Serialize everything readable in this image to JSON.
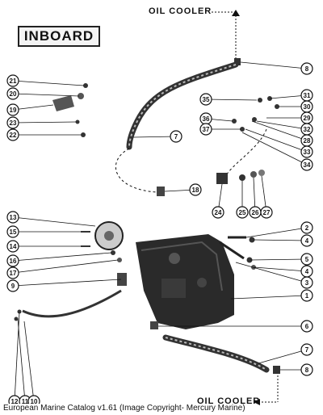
{
  "title": "INBOARD",
  "oil_cooler_top_label": "OIL COOLER",
  "oil_cooler_bottom_label": "OIL COOLER",
  "caption": "European Marine Catalog v1.61 (Image Copyright- Mercury Marine)",
  "callouts_left": [
    "21",
    "20",
    "19",
    "23",
    "22",
    "13",
    "15",
    "14",
    "16",
    "17",
    "9",
    "12",
    "11",
    "10"
  ],
  "callouts_right": [
    "8",
    "35",
    "31",
    "30",
    "29",
    "32",
    "28",
    "33",
    "34",
    "36",
    "37",
    "7",
    "18",
    "24",
    "25",
    "26",
    "27",
    "2",
    "4",
    "5",
    "4",
    "3",
    "1",
    "6",
    "7",
    "8"
  ],
  "colors": {
    "ink": "#111111",
    "paper": "#ffffff",
    "housing": "#2a2a2a"
  }
}
